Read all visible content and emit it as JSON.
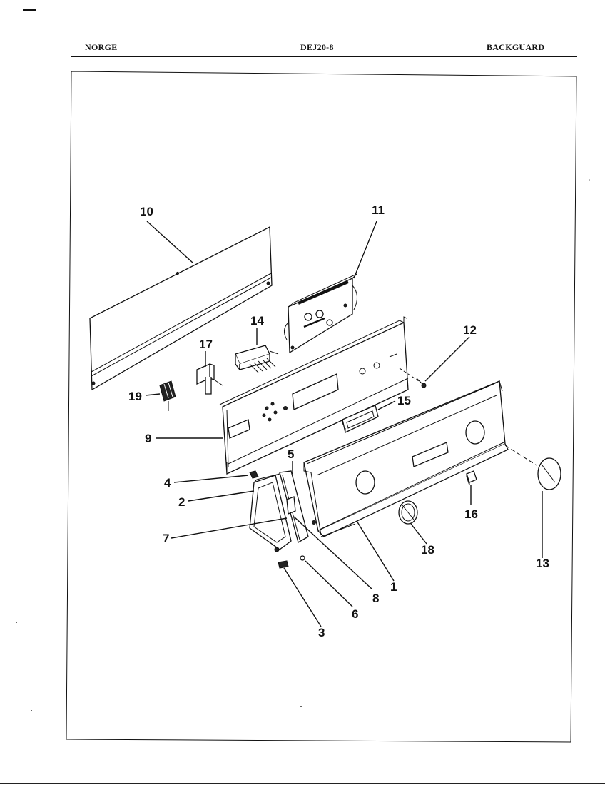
{
  "header": {
    "brand": "NORGE",
    "model": "DEJ20-8",
    "section": "BACKGUARD"
  },
  "callouts": {
    "c1": "1",
    "c2": "2",
    "c3": "3",
    "c4": "4",
    "c5": "5",
    "c6": "6",
    "c7": "7",
    "c8": "8",
    "c9": "9",
    "c10": "10",
    "c11": "11",
    "c12": "12",
    "c13": "13",
    "c14": "14",
    "c15": "15",
    "c16": "16",
    "c17": "17",
    "c18": "18",
    "c19": "19"
  }
}
